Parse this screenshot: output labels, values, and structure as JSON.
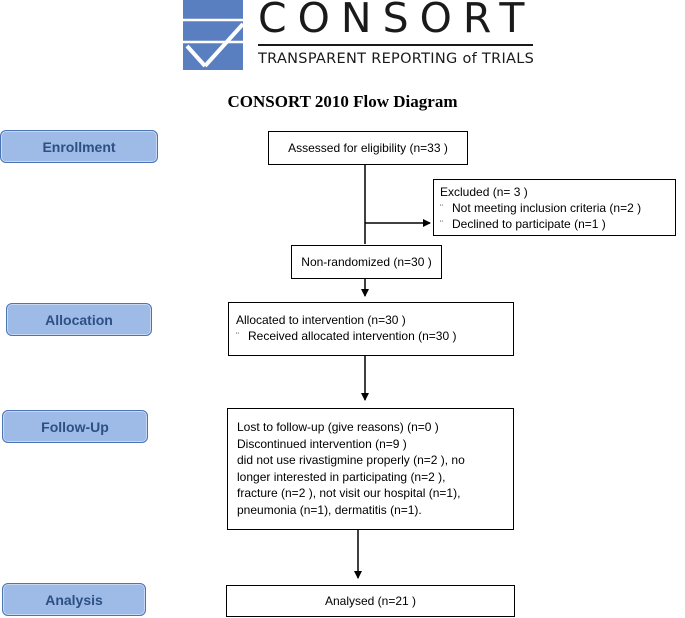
{
  "logo": {
    "wordmark": "CONSORT",
    "tagline": "TRANSPARENT REPORTING of TRIALS",
    "colors": {
      "mark": "#5a7fc0",
      "text": "#1a1a1a"
    }
  },
  "title": "CONSORT 2010 Flow Diagram",
  "stages": {
    "enrollment": "Enrollment",
    "allocation": "Allocation",
    "follow_up": "Follow-Up",
    "analysis": "Analysis"
  },
  "boxes": {
    "assessed": "Assessed for eligibility (n=33  )",
    "excluded": {
      "title": "Excluded  (n= 3  )",
      "items": [
        "Not meeting inclusion criteria (n=2  )",
        "Declined to participate  (n=1   )"
      ]
    },
    "non_randomized": "Non-randomized (n=30  )",
    "allocated": {
      "title": "Allocated to intervention (n=30  )",
      "items": [
        "Received allocated intervention (n=30  )"
      ]
    },
    "follow_up": {
      "lines": [
        "Lost to follow-up (give reasons) (n=0  )",
        "Discontinued intervention  (n=9  )",
        "did not use rivastigmine properly (n=2  ), no",
        "longer interested in participating (n=2  ),",
        "fracture (n=2  ), not visit our hospital (n=1),",
        "pneumonia (n=1), dermatitis (n=1)."
      ]
    },
    "analysed": "Analysed  (n=21  )"
  },
  "bullet_glyph": "¨",
  "colors": {
    "stage_fill": "#9dbbe6",
    "stage_border": "#4a74b4",
    "stage_text": "#2d4f84"
  }
}
